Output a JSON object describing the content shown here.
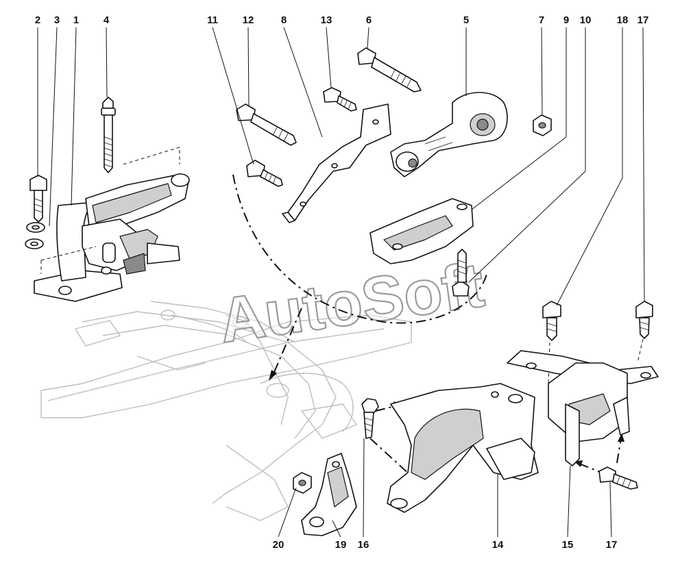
{
  "diagram": {
    "callouts": [
      {
        "id": "c2",
        "text": "2"
      },
      {
        "id": "c3",
        "text": "3"
      },
      {
        "id": "c1",
        "text": "1"
      },
      {
        "id": "c4",
        "text": "4"
      },
      {
        "id": "c11",
        "text": "11"
      },
      {
        "id": "c12",
        "text": "12"
      },
      {
        "id": "c8",
        "text": "8"
      },
      {
        "id": "c13",
        "text": "13"
      },
      {
        "id": "c6",
        "text": "6"
      },
      {
        "id": "c5",
        "text": "5"
      },
      {
        "id": "c7",
        "text": "7"
      },
      {
        "id": "c9",
        "text": "9"
      },
      {
        "id": "c10",
        "text": "10"
      },
      {
        "id": "c18",
        "text": "18"
      },
      {
        "id": "c17a",
        "text": "17"
      },
      {
        "id": "c20",
        "text": "20"
      },
      {
        "id": "c19",
        "text": "19"
      },
      {
        "id": "c16",
        "text": "16"
      },
      {
        "id": "c14",
        "text": "14"
      },
      {
        "id": "c15",
        "text": "15"
      },
      {
        "id": "c17b",
        "text": "17"
      }
    ],
    "watermark": "AutoSoft"
  }
}
